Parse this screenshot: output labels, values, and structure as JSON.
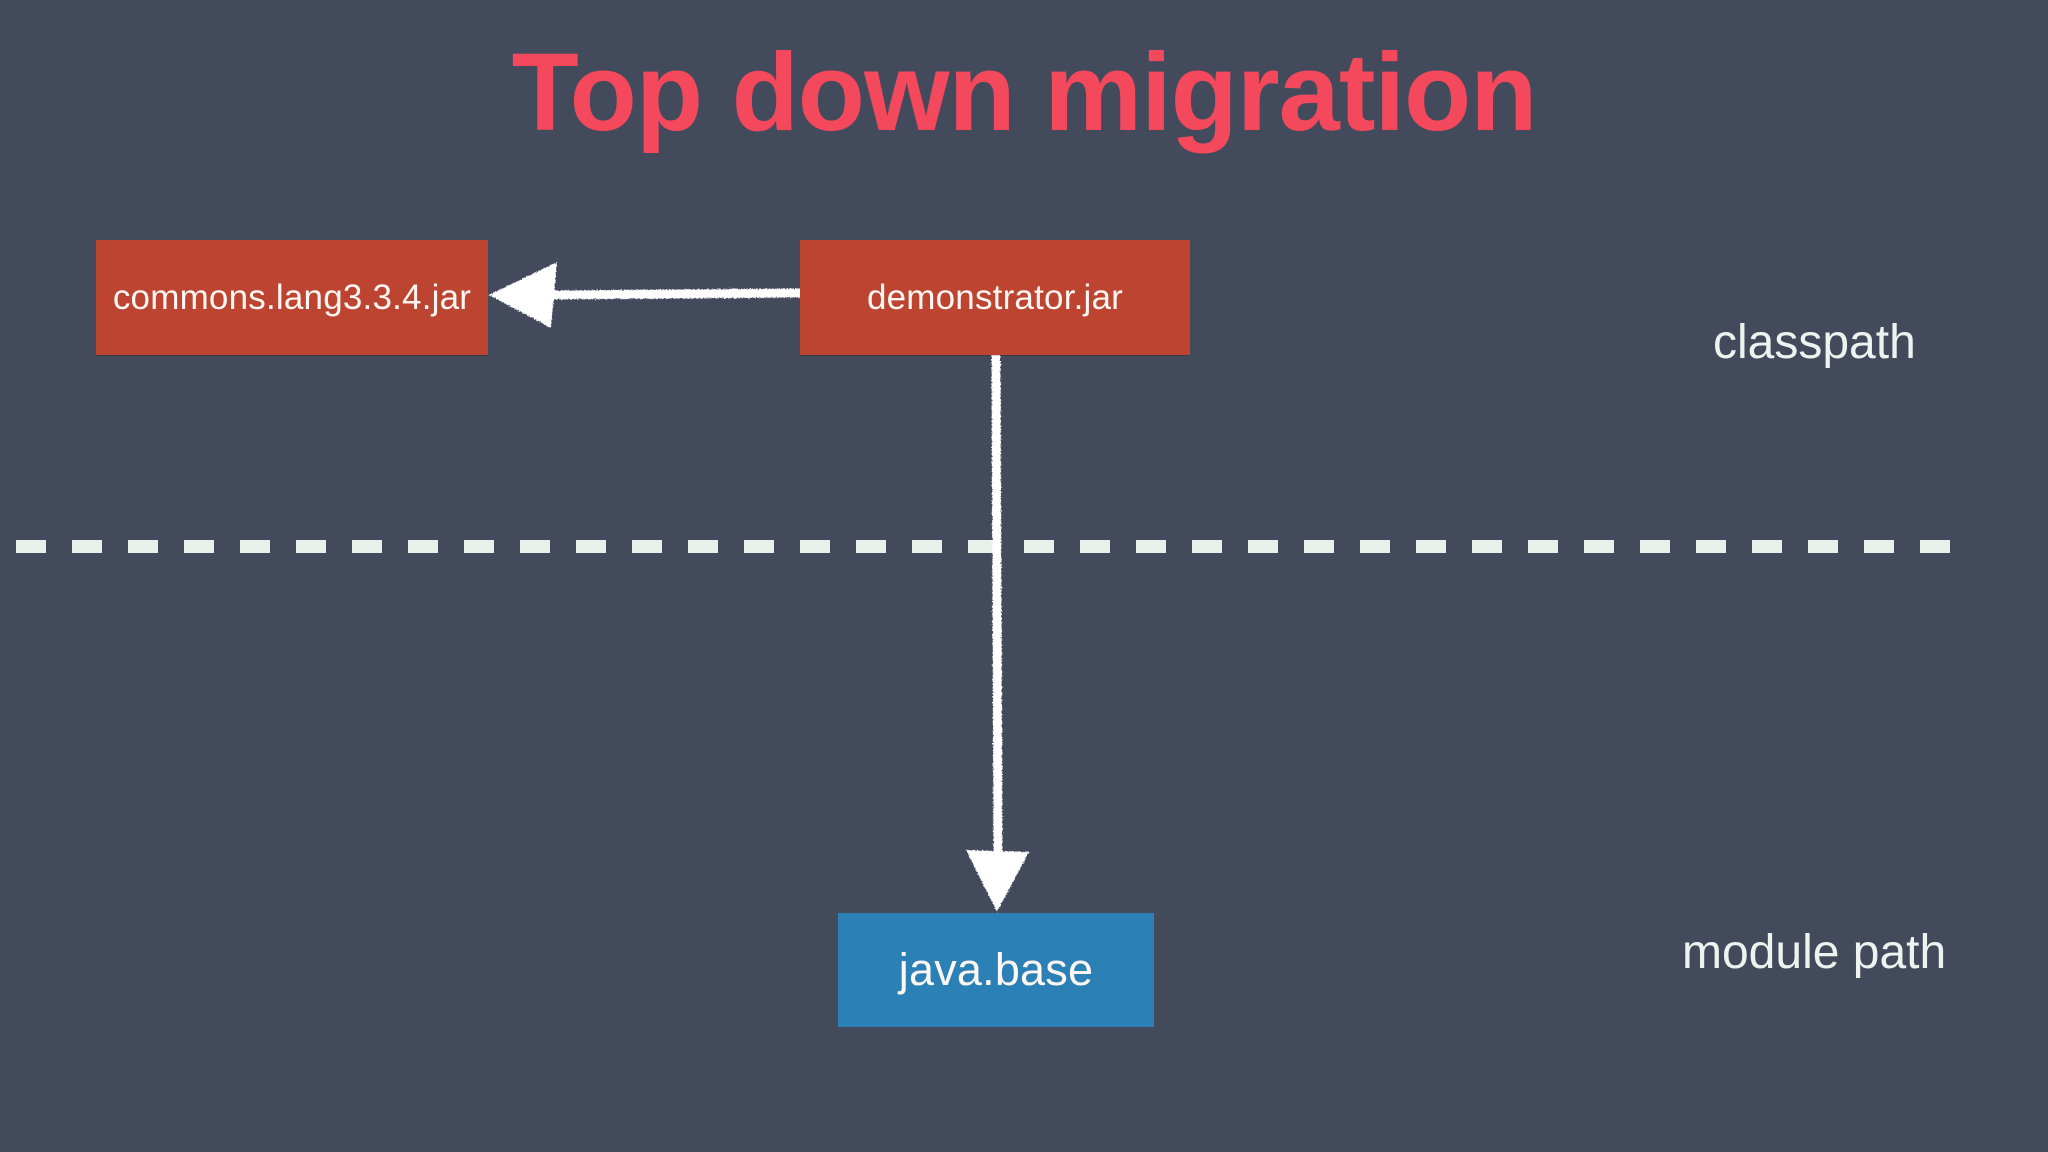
{
  "slide": {
    "title": "Top down migration",
    "background_color": "#434a5c",
    "title_color": "#f4485c"
  },
  "zones": {
    "classpath_label": "classpath",
    "module_path_label": "module path",
    "divider": {
      "style": "dashed",
      "color": "#eaf0ea"
    }
  },
  "nodes": [
    {
      "id": "commons-lang",
      "label": "commons.lang3.3.4.jar",
      "kind": "jar",
      "zone": "classpath",
      "color": "#bc4430"
    },
    {
      "id": "demonstrator",
      "label": "demonstrator.jar",
      "kind": "jar",
      "zone": "classpath",
      "color": "#bc4430"
    },
    {
      "id": "java-base",
      "label": "java.base",
      "kind": "module",
      "zone": "module path",
      "color": "#2b80b5"
    }
  ],
  "edges": [
    {
      "id": "demonstrator-to-commons",
      "from": "demonstrator",
      "to": "commons-lang",
      "direction": "left",
      "style": "hand-drawn-arrow",
      "color": "#ffffff"
    },
    {
      "id": "demonstrator-to-javabase",
      "from": "demonstrator",
      "to": "java-base",
      "direction": "down",
      "style": "hand-drawn-arrow",
      "color": "#ffffff"
    }
  ]
}
